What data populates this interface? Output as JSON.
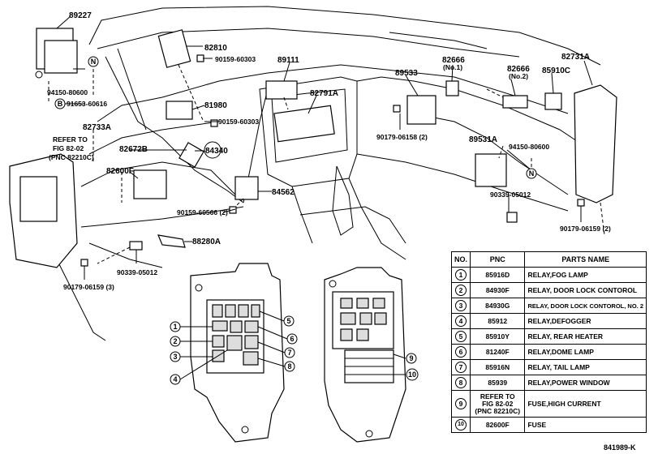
{
  "callouts": [
    {
      "id": "c89227",
      "text": "89227"
    },
    {
      "id": "c82810",
      "text": "82810"
    },
    {
      "id": "c90159a",
      "text": "90159-60303"
    },
    {
      "id": "c89111",
      "text": "89111"
    },
    {
      "id": "c82666n1",
      "text": "82666"
    },
    {
      "id": "c82666n1sub",
      "text": "(No.1)"
    },
    {
      "id": "c82666n2",
      "text": "82666"
    },
    {
      "id": "c82666n2sub",
      "text": "(No.2)"
    },
    {
      "id": "c82731A",
      "text": "82731A"
    },
    {
      "id": "c85910C",
      "text": "85910C"
    },
    {
      "id": "c94150a",
      "text": "94150-80600"
    },
    {
      "id": "c91653",
      "text": "91653-60616"
    },
    {
      "id": "c81980",
      "text": "81980"
    },
    {
      "id": "c90159b",
      "text": "90159-60303"
    },
    {
      "id": "c82791A",
      "text": "82791A"
    },
    {
      "id": "c89533",
      "text": "89533"
    },
    {
      "id": "c82733A",
      "text": "82733A"
    },
    {
      "id": "cReferTo",
      "text": "REFER TO"
    },
    {
      "id": "cFig",
      "text": "FIG 82-02"
    },
    {
      "id": "cPnc",
      "text": "(PNC 82210C)"
    },
    {
      "id": "c82672B",
      "text": "82672B"
    },
    {
      "id": "c84340",
      "text": "84340"
    },
    {
      "id": "c82600F",
      "text": "82600F"
    },
    {
      "id": "c90179a",
      "text": "90179-06158 (2)"
    },
    {
      "id": "c89531A",
      "text": "89531A"
    },
    {
      "id": "c94150b",
      "text": "94150-80600"
    },
    {
      "id": "c84562",
      "text": "84562"
    },
    {
      "id": "c90339b",
      "text": "90339-05012"
    },
    {
      "id": "c90159c",
      "text": "90159-60566 (2)"
    },
    {
      "id": "c88280A",
      "text": "88280A"
    },
    {
      "id": "c90179c",
      "text": "90179-06159 (2)"
    },
    {
      "id": "c90339a",
      "text": "90339-05012"
    },
    {
      "id": "c90179b",
      "text": "90179-06159 (3)"
    }
  ],
  "markers": {
    "n": "N",
    "b": "B"
  },
  "table": {
    "headers": {
      "no": "NO.",
      "pnc": "PNC",
      "name": "PARTS NAME"
    },
    "rows": [
      {
        "no": "1",
        "pnc": "85916D",
        "name": "RELAY,FOG LAMP"
      },
      {
        "no": "2",
        "pnc": "84930F",
        "name": "RELAY, DOOR LOCK CONTOROL"
      },
      {
        "no": "3",
        "pnc": "84930G",
        "name": "RELAY, DOOR LOCK CONTOROL, NO. 2"
      },
      {
        "no": "4",
        "pnc": "85912",
        "name": "RELAY,DEFOGGER"
      },
      {
        "no": "5",
        "pnc": "85910Y",
        "name": "RELAY, REAR HEATER"
      },
      {
        "no": "6",
        "pnc": "81240F",
        "name": "RELAY,DOME LAMP"
      },
      {
        "no": "7",
        "pnc": "85916N",
        "name": "RELAY, TAIL LAMP"
      },
      {
        "no": "8",
        "pnc": "85939",
        "name": "RELAY,POWER WINDOW"
      },
      {
        "no": "9",
        "pnc_lines": [
          "REFER TO",
          "FIG 82-02",
          "(PNC 82210C)"
        ],
        "name": "FUSE,HIGH CURRENT"
      },
      {
        "no": "10",
        "pnc": "82600F",
        "name": "FUSE"
      }
    ]
  },
  "relay_numbers": [
    "1",
    "2",
    "3",
    "4",
    "5",
    "6",
    "7",
    "8",
    "9",
    "10"
  ],
  "diagram_code": "841989-K"
}
